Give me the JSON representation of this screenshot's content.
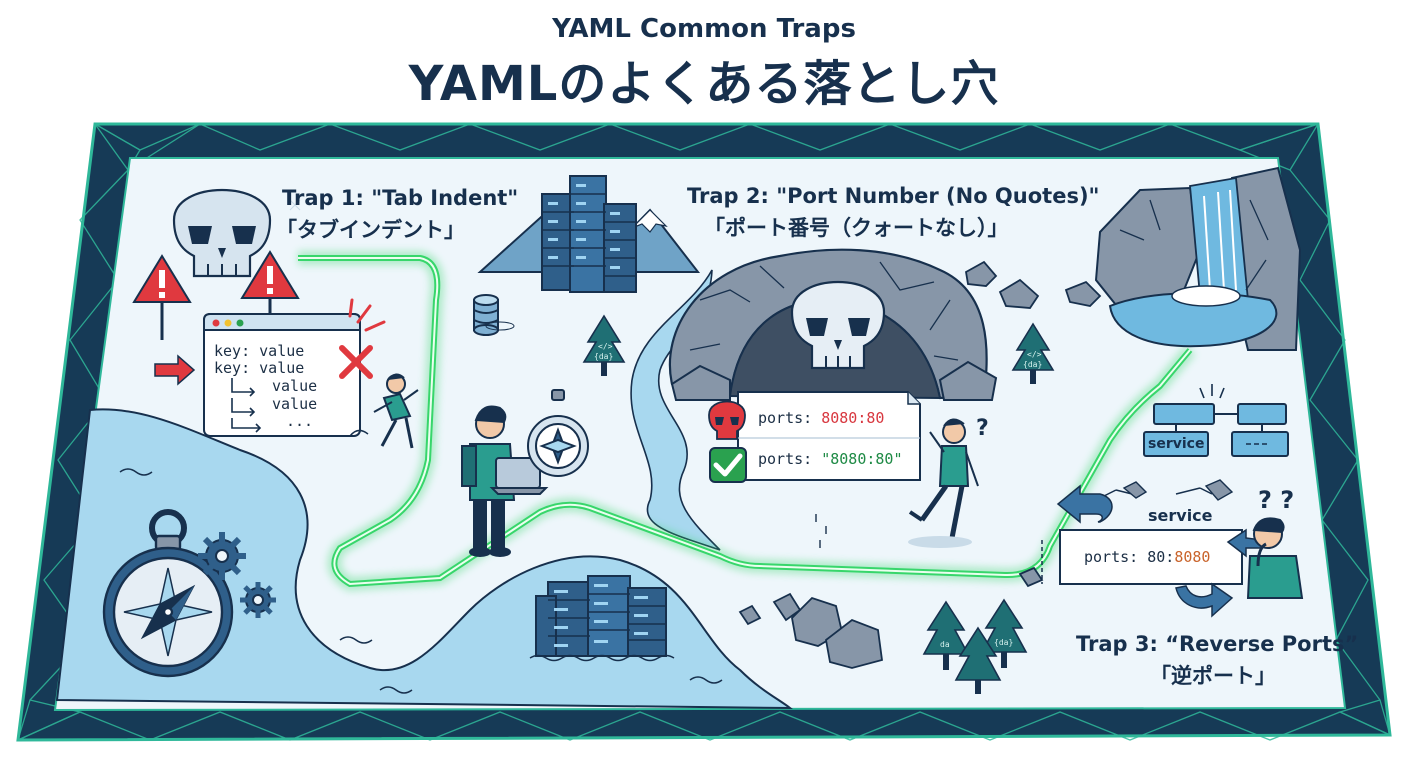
{
  "title": {
    "subtitle": "YAML Common Traps",
    "main": "YAMLのよくある落とし穴"
  },
  "traps": [
    {
      "label_en": "Trap 1: \"Tab Indent\"",
      "label_jp": "「タブインデント」",
      "code_lines": [
        "key: value",
        "key: value",
        "value",
        "value",
        "..."
      ]
    },
    {
      "label_en": "Trap 2: \"Port Number (No Quotes)\"",
      "label_jp": "「ポート番号（クォートなし）」",
      "bad_prefix": "ports: ",
      "bad_value": "8080:80",
      "good_prefix": "ports: ",
      "good_value": "\"8080:80\""
    },
    {
      "label_en": "Trap 3: “Reverse Ports”",
      "label_jp": "「逆ポート」",
      "service_label": "service",
      "service_box_label": "service",
      "code_prefix": "ports: 80:",
      "code_value": "8080",
      "question_marks": "? ?"
    }
  ],
  "tree_labels": [
    "</>",
    "{da}",
    "</>",
    "{da}",
    "da",
    "{da}"
  ],
  "colors": {
    "navy": "#17304d",
    "border_teal": "#2fb89a",
    "border_dark": "#163a56",
    "map_bg": "#eef6fb",
    "water": "#a8d8ef",
    "path_green": "#37d66b",
    "warning_red": "#e0393f",
    "check_green": "#2aa14f"
  },
  "icons": [
    "skull-icon",
    "warning-icon",
    "compass-icon",
    "gear-icon",
    "server-rack-icon",
    "database-icon",
    "tree-icon",
    "waterfall-icon",
    "check-icon",
    "cross-icon",
    "person-icon",
    "arrow-icon"
  ]
}
